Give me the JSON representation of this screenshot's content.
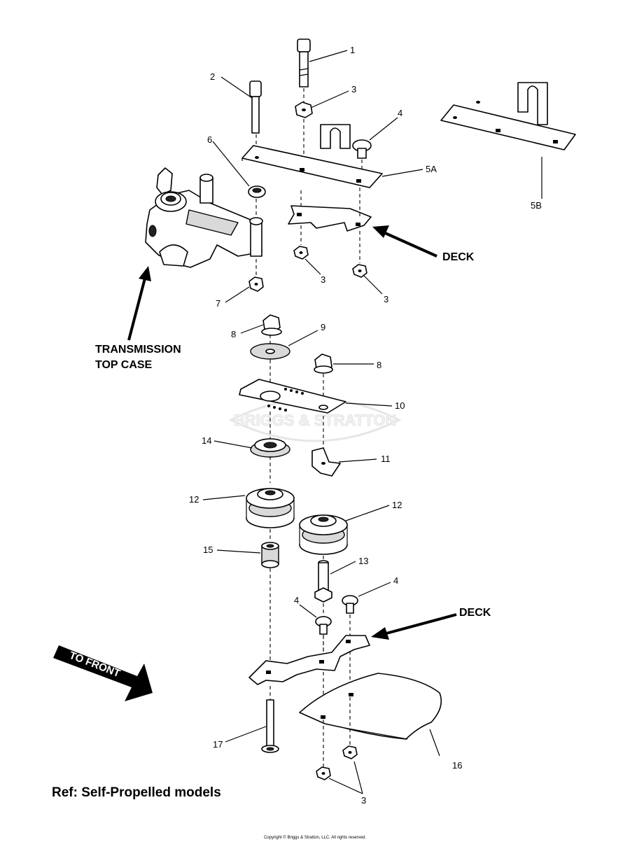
{
  "callouts": {
    "c1": "1",
    "c2": "2",
    "c3a": "3",
    "c3b": "3",
    "c3c": "3",
    "c3d": "3",
    "c4a": "4",
    "c4b": "4",
    "c4c": "4",
    "c5a": "5A",
    "c5b": "5B",
    "c6": "6",
    "c7": "7",
    "c8a": "8",
    "c8b": "8",
    "c9": "9",
    "c10": "10",
    "c11": "11",
    "c12a": "12",
    "c12b": "12",
    "c13": "13",
    "c14": "14",
    "c15": "15",
    "c16": "16",
    "c17": "17"
  },
  "labels": {
    "deck_upper": "DECK",
    "deck_lower": "DECK",
    "transmission_line1": "TRANSMISSION",
    "transmission_line2": "TOP CASE",
    "to_front": "TO FRONT",
    "reference": "Ref: Self-Propelled models",
    "copyright": "Copyright © Briggs & Stratton, LLC. All rights reserved.",
    "watermark": "BRIGGS & STRATTON"
  }
}
